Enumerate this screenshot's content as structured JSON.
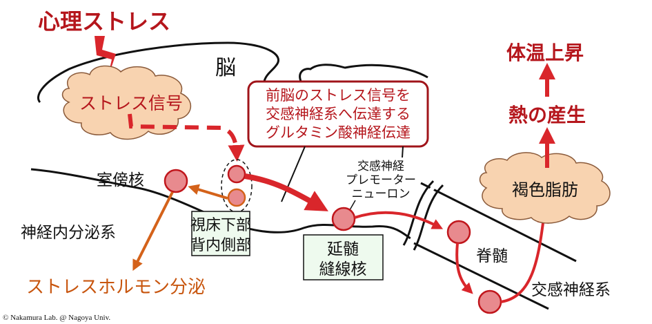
{
  "title": "心理ストレス",
  "brain_label": "脳",
  "stress_signal": "ストレス信号",
  "callout": [
    "前脳のストレス信号を",
    "交感神経系へ伝達する",
    "グルタミン酸神経伝達"
  ],
  "pvn_label": "室傍核",
  "neuroendocrine_label": "神経内分泌系",
  "hormone_label": "ストレスホルモン分泌",
  "dmh_box": [
    "視床下部",
    "背内側部"
  ],
  "premotor_label": [
    "交感神経",
    "プレモーター",
    "ニューロン"
  ],
  "raphe_box": [
    "延髄",
    "縫線核"
  ],
  "spinal_label": "脊髄",
  "sympathetic_label": "交感神経系",
  "bat_label": "褐色脂肪",
  "heat_label": "熱の産生",
  "temp_label": "体温上昇",
  "credit": "© Nakamura Lab. @ Nagoya Univ.",
  "colors": {
    "red": "#b5161c",
    "arrow": "#d9262b",
    "orange": "#d4621a",
    "cloud": "#f8d3b0",
    "node": "#e88a8e",
    "box_bg": "#eefaee"
  }
}
